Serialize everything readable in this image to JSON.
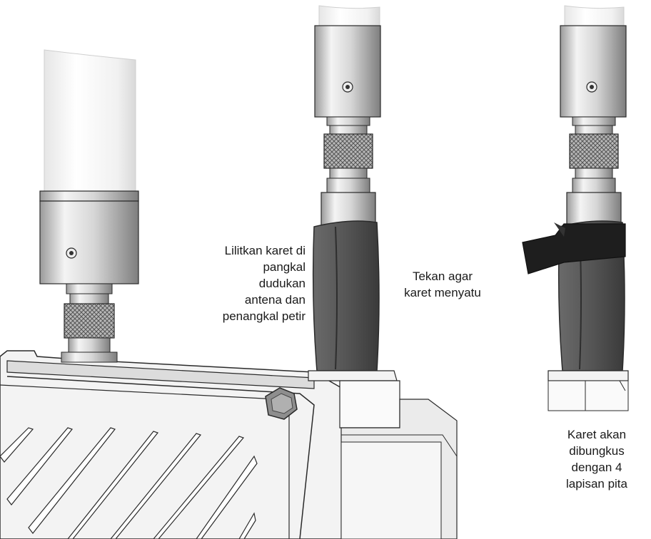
{
  "labels": {
    "wrap_rubber": "Lilitkan karet di\npangkal\ndudukan\nantena dan\npenangkal petir",
    "press_rubber": "Tekan agar\nkaret menyatu",
    "tape_wrap": "Karet akan\ndibungkus\ndengan 4\nlapisan pita"
  },
  "colors": {
    "metal_light": "#f2f2f2",
    "metal_mid": "#c9c9c9",
    "metal_dark": "#8a8a8a",
    "rubber": "#5a5a5a",
    "rubber_dark": "#3e3e3e",
    "tape": "#1e1e1e",
    "outline": "#2a2a2a",
    "panel": "#e9e9e9"
  }
}
